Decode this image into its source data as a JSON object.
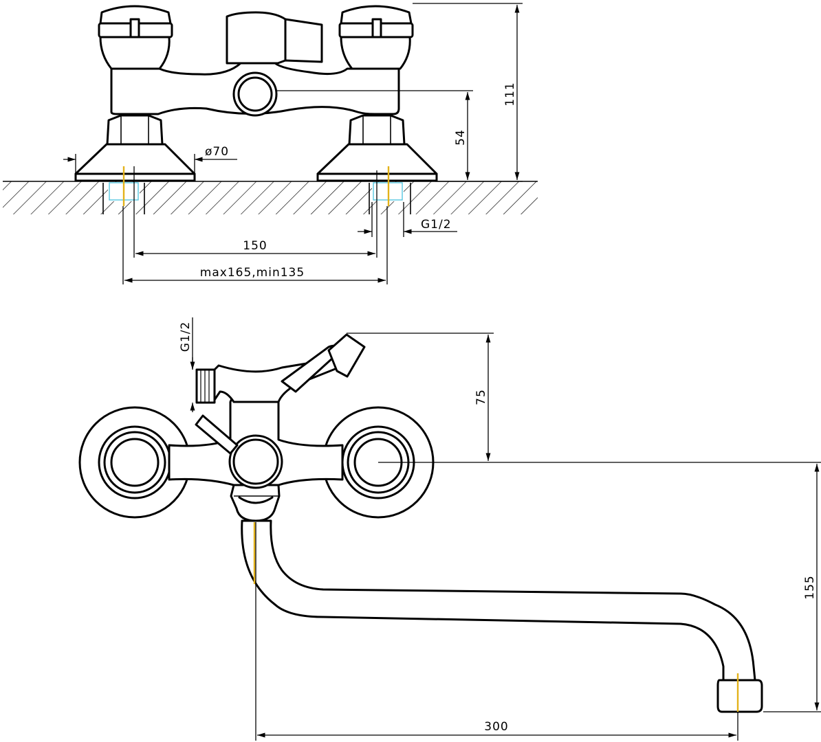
{
  "top_view": {
    "dim_height_total": "111",
    "dim_height_outlet": "54",
    "dim_flange": "ø70",
    "dim_thread": "G1/2",
    "dim_spacing": "150",
    "dim_spacing_range": "max165,min135"
  },
  "side_view": {
    "dim_thread": "G1/2",
    "dim_lever_height": "75",
    "dim_spout_drop": "155",
    "dim_spout_reach": "300"
  },
  "colors": {
    "line": "#000000",
    "axis": "#e3b21a",
    "thread": "#55c7e0",
    "background": "#ffffff"
  }
}
